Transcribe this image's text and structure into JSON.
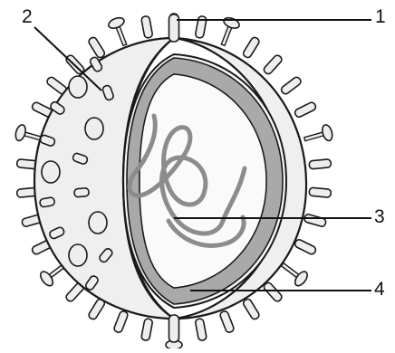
{
  "diagram": {
    "labels": [
      {
        "id": "1",
        "text": "1"
      },
      {
        "id": "2",
        "text": "2"
      },
      {
        "id": "3",
        "text": "3"
      },
      {
        "id": "4",
        "text": "4"
      }
    ],
    "colors": {
      "envelope": "#efefef",
      "outline": "#1a1a1a",
      "cut_face": "#f5f5f5",
      "matrix_layer": "#a9a9a9",
      "interior": "#fafafa",
      "genome_strand": "#8c8c8c",
      "spike_fill": "#eeeeee",
      "leader_line": "#111111"
    },
    "parts": {
      "spikes": "spike-icon",
      "knob_spikes": "knob-spike-icon",
      "genome": "rna-strand-icon"
    }
  }
}
